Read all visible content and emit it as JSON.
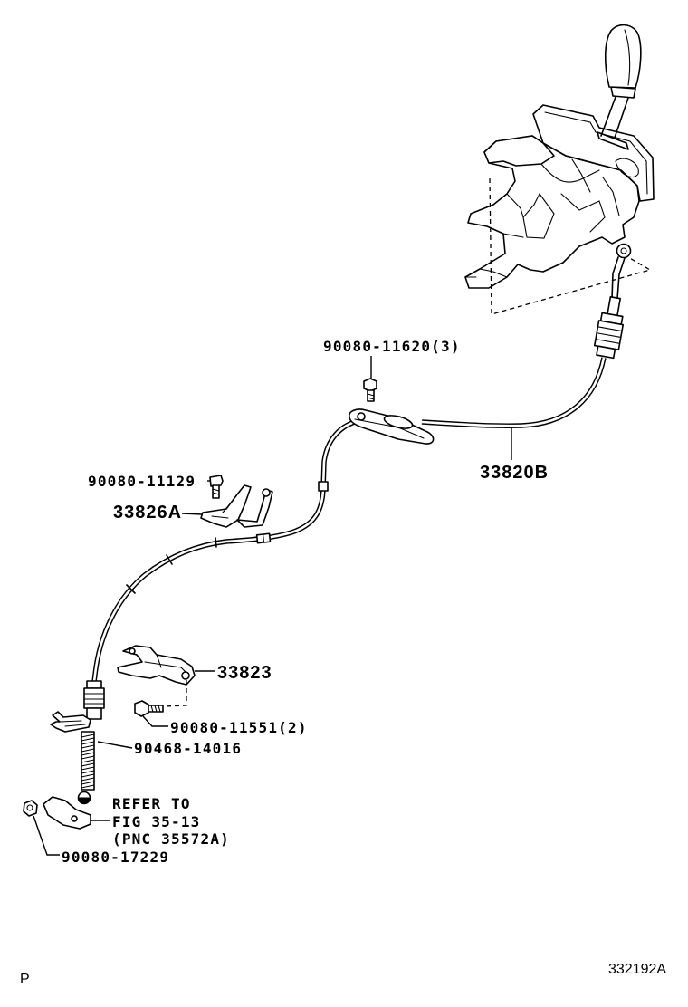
{
  "colors": {
    "ink": "#000000",
    "background": "#ffffff"
  },
  "callouts": {
    "upper_bolt": "90080-11620(3)",
    "shift_cable": "33820B",
    "bracket_bolt": "90080-11129",
    "upper_bracket": "33826A",
    "lower_bracket": "33823",
    "lower_bolt": "90080-11551(2)",
    "cable_clip": "90468-14016",
    "nut": "90080-17229"
  },
  "cross_reference": {
    "line1": "REFER TO",
    "line2": "FIG 35-13",
    "line3": "(PNC 35572A)"
  },
  "footer": {
    "corner_mark": "P",
    "illustration_id": "332192A"
  }
}
